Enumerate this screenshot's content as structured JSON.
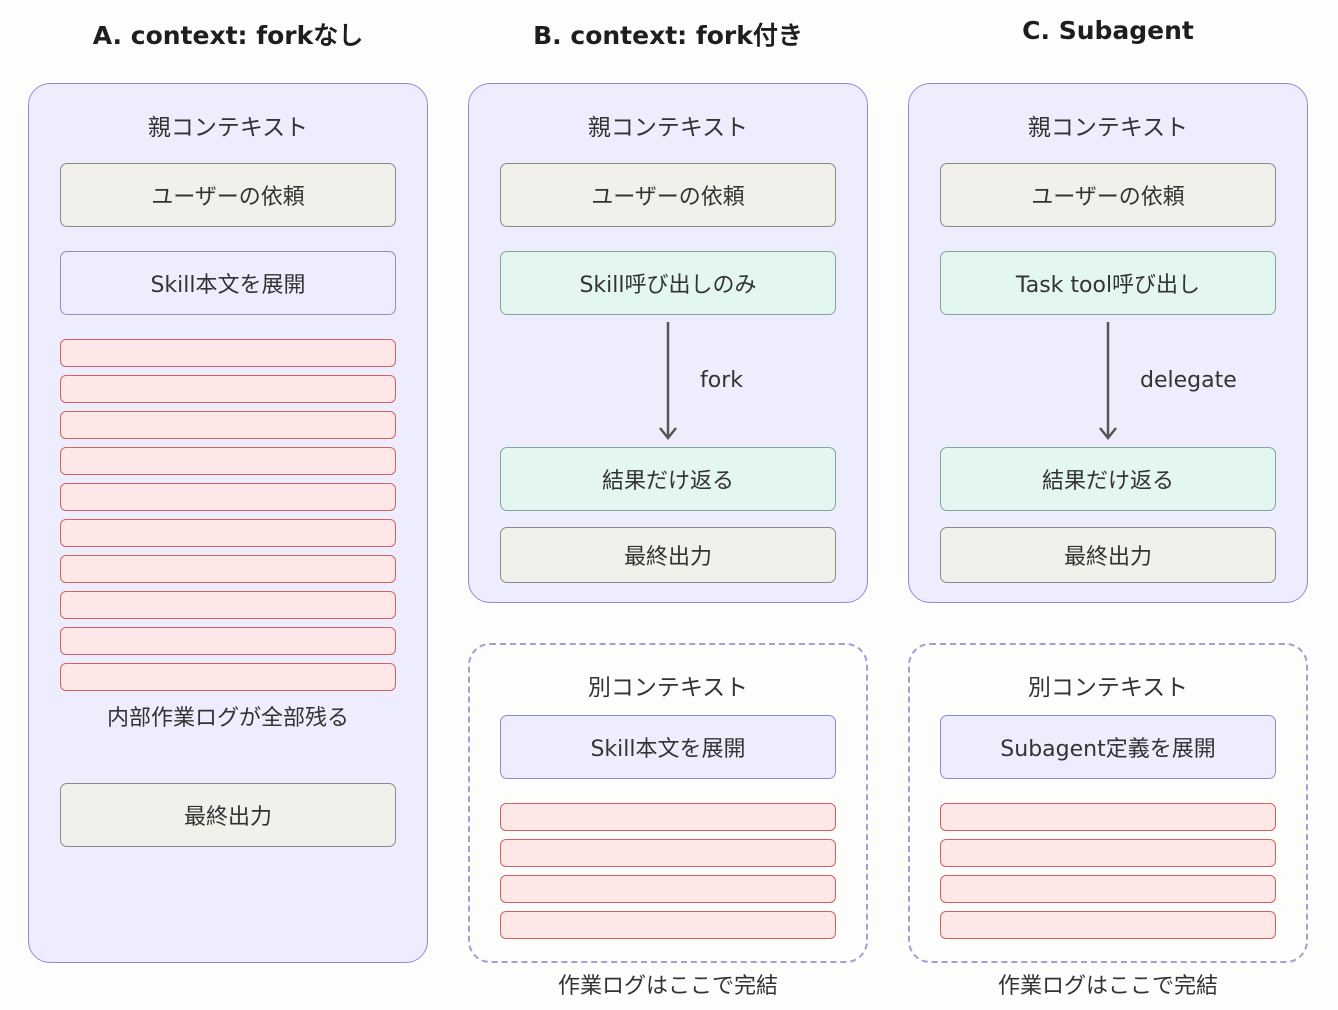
{
  "columns": [
    {
      "title": "A. context: forkなし",
      "parent_label": "親コンテキスト",
      "request": "ユーザーの依頼",
      "expand": "Skill本文を展開",
      "log_note": "内部作業ログが全部残る",
      "final": "最終出力"
    },
    {
      "title": "B. context: fork付き",
      "parent_label": "親コンテキスト",
      "request": "ユーザーの依頼",
      "call": "Skill呼び出しのみ",
      "arrow_label": "fork",
      "result": "結果だけ返る",
      "final": "最終出力",
      "separate_label": "別コンテキスト",
      "separate_expand": "Skill本文を展開",
      "separate_note": "作業ログはここで完結"
    },
    {
      "title": "C. Subagent",
      "parent_label": "親コンテキスト",
      "request": "ユーザーの依頼",
      "call": "Task tool呼び出し",
      "arrow_label": "delegate",
      "result": "結果だけ返る",
      "final": "最終出力",
      "separate_label": "別コンテキスト",
      "separate_expand": "Subagent定義を展開",
      "separate_note": "作業ログはここで完結"
    }
  ],
  "colors": {
    "panel_fill": "#eeedfd",
    "panel_stroke": "#8f8ad6",
    "beige_fill": "#f2f0eb",
    "green_fill": "#e3f6f0",
    "log_fill": "#fde7e7",
    "log_stroke": "#d56060"
  }
}
